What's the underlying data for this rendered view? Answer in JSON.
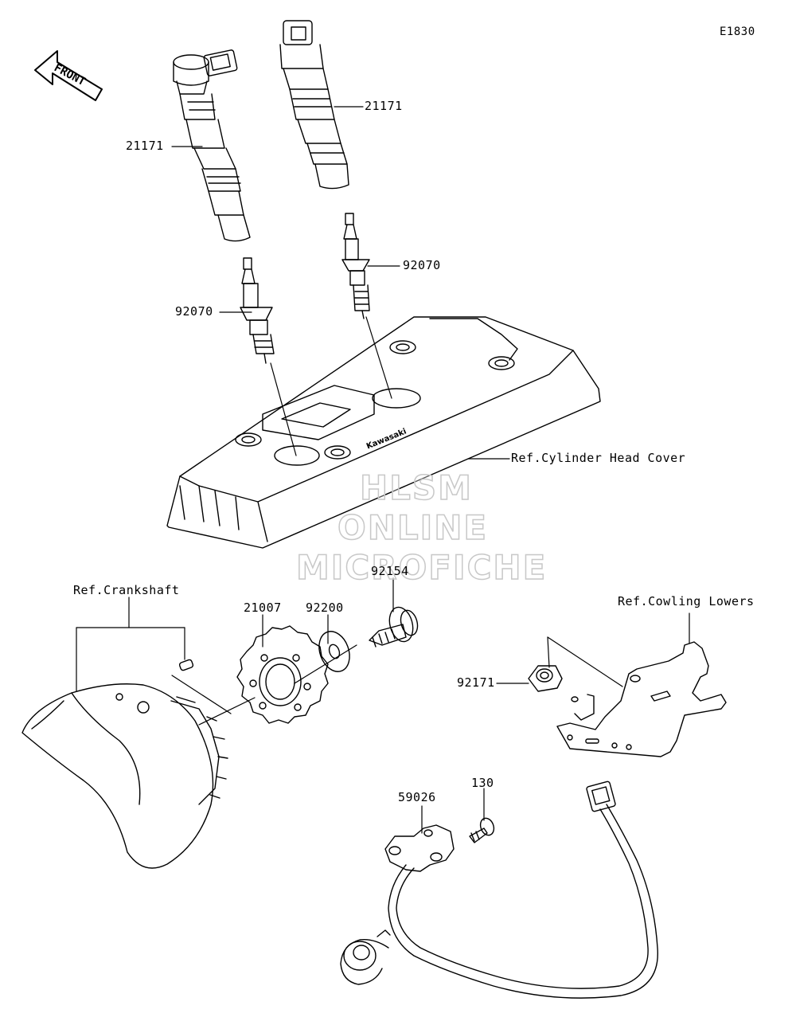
{
  "diagram_code": "E1830",
  "front_label": "FRONT",
  "parts": [
    {
      "id": "coil_left",
      "number": "21171"
    },
    {
      "id": "coil_right",
      "number": "21171"
    },
    {
      "id": "plug_right",
      "number": "92070"
    },
    {
      "id": "plug_left",
      "number": "92070"
    },
    {
      "id": "bolt",
      "number": "92154"
    },
    {
      "id": "rotor",
      "number": "21007"
    },
    {
      "id": "washer",
      "number": "92200"
    },
    {
      "id": "grommet",
      "number": "92171"
    },
    {
      "id": "sensor",
      "number": "59026"
    },
    {
      "id": "sensor_bolt",
      "number": "130"
    }
  ],
  "references": {
    "cylinder_head_cover": "Ref.Cylinder Head Cover",
    "crankshaft": "Ref.Crankshaft",
    "cowling_lowers": "Ref.Cowling Lowers"
  },
  "watermark": {
    "line1": "HLSM",
    "line2": "ONLINE",
    "line3": "MICROFICHE"
  }
}
